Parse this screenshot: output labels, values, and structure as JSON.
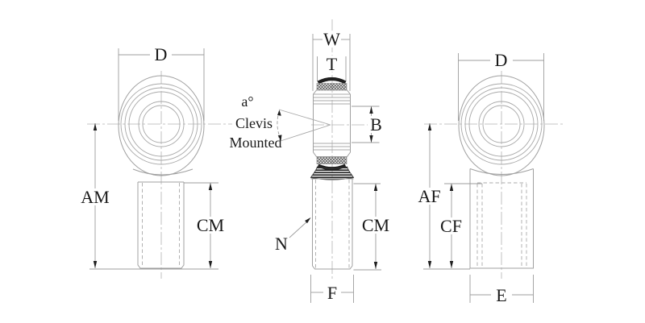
{
  "drawing": {
    "colors": {
      "background": "#ffffff",
      "line": "#a0a0a0",
      "dark_detail": "#1f1f1f",
      "text": "#1a1a1a"
    },
    "views": {
      "male_front": {
        "label_d": "D",
        "label_am": "AM",
        "label_cm": "CM"
      },
      "side": {
        "label_w": "W",
        "label_t": "T",
        "label_b": "B",
        "label_n": "N",
        "label_f": "F",
        "label_cm": "CM",
        "angle_note": {
          "line1": "a°",
          "line2": "Clevis",
          "line3": "Mounted"
        }
      },
      "female_front": {
        "label_d": "D",
        "label_af": "AF",
        "label_cf": "CF",
        "label_e": "E"
      }
    }
  }
}
